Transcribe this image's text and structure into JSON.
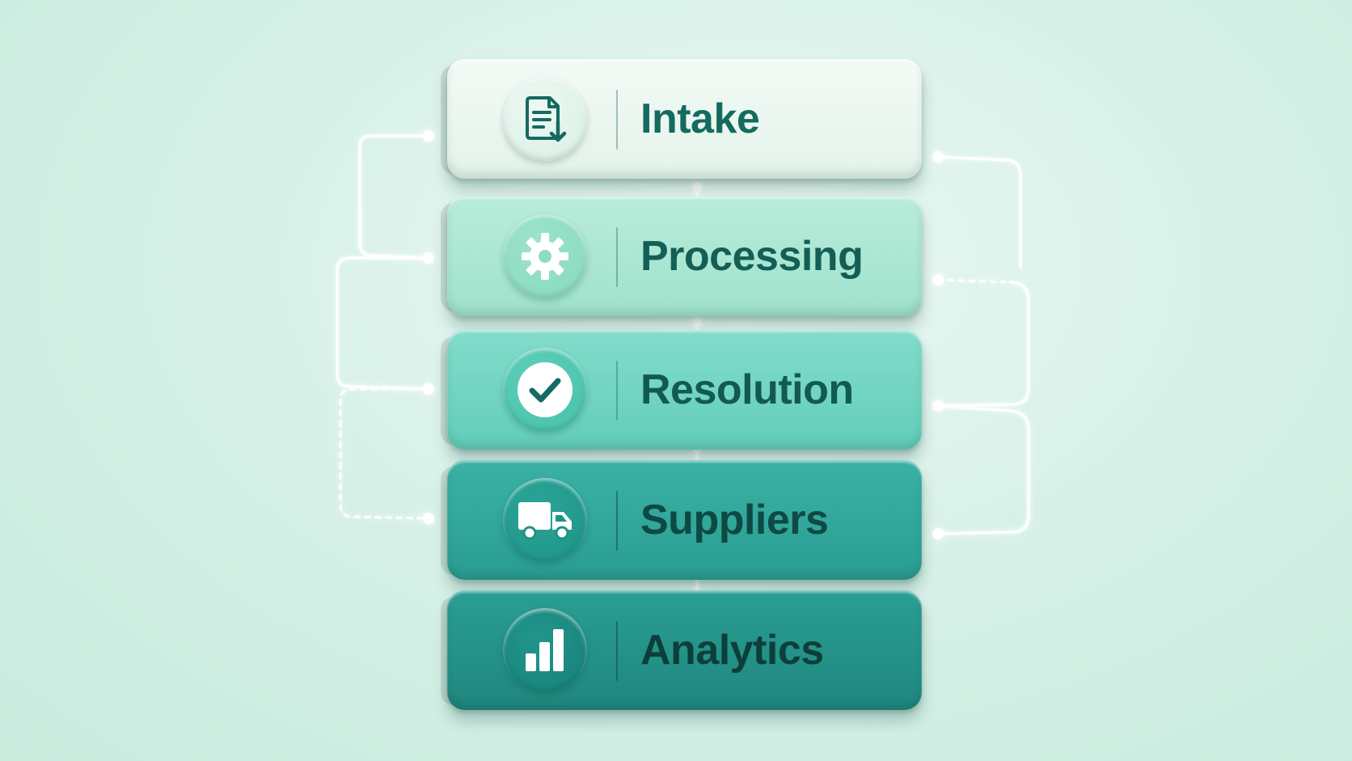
{
  "diagram": {
    "steps": [
      {
        "label": "Intake",
        "icon": "document-download-icon"
      },
      {
        "label": "Processing",
        "icon": "gear-icon"
      },
      {
        "label": "Resolution",
        "icon": "checkmark-circle-icon"
      },
      {
        "label": "Suppliers",
        "icon": "truck-icon"
      },
      {
        "label": "Analytics",
        "icon": "bar-chart-icon"
      }
    ]
  },
  "colors": {
    "background": "#d8f1e8",
    "step_1": "#eaf6ef",
    "step_2": "#aee7d4",
    "step_3": "#72d5c2",
    "step_4": "#33a89c",
    "step_5": "#259489",
    "label_text": "#146b60",
    "connector": "#ffffff"
  }
}
